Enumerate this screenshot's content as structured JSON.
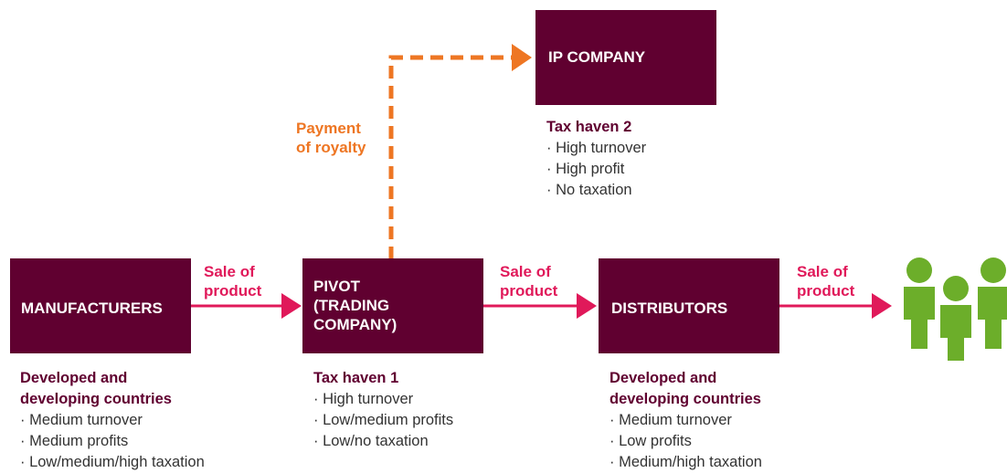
{
  "colors": {
    "box": "#600030",
    "box_text": "#ffffff",
    "sale_arrow": "#e0195a",
    "royalty_arrow": "#ee7623",
    "people": "#6cae2a",
    "heading": "#600030",
    "body_text": "#333333"
  },
  "boxes": {
    "manufacturers": {
      "label": "MANUFACTURERS"
    },
    "pivot": {
      "lines": [
        "PIVOT",
        "(TRADING",
        "COMPANY)"
      ]
    },
    "distributors": {
      "label": "DISTRIBUTORS"
    },
    "ip_company": {
      "label": "IP COMPANY"
    }
  },
  "arrows": {
    "sale_1": {
      "lines": [
        "Sale of",
        "product"
      ]
    },
    "sale_2": {
      "lines": [
        "Sale of",
        "product"
      ]
    },
    "sale_3": {
      "lines": [
        "Sale of",
        "product"
      ]
    },
    "royalty": {
      "lines": [
        "Payment",
        "of royalty"
      ]
    }
  },
  "notes": {
    "manufacturers": {
      "heading": [
        "Developed and",
        "developing countries"
      ],
      "items": [
        "· Medium turnover",
        "· Medium profits",
        "· Low/medium/high taxation"
      ]
    },
    "pivot": {
      "heading": [
        "Tax haven 1"
      ],
      "items": [
        "· High turnover",
        "· Low/medium profits",
        "· Low/no taxation"
      ]
    },
    "distributors": {
      "heading": [
        "Developed and",
        "developing countries"
      ],
      "items": [
        "· Medium turnover",
        "· Low profits",
        "· Medium/high taxation"
      ]
    },
    "ip_company": {
      "heading": [
        "Tax haven 2"
      ],
      "items": [
        "· High turnover",
        "· High profit",
        "· No taxation"
      ]
    }
  },
  "icons": {
    "customers": "people-group-icon"
  }
}
